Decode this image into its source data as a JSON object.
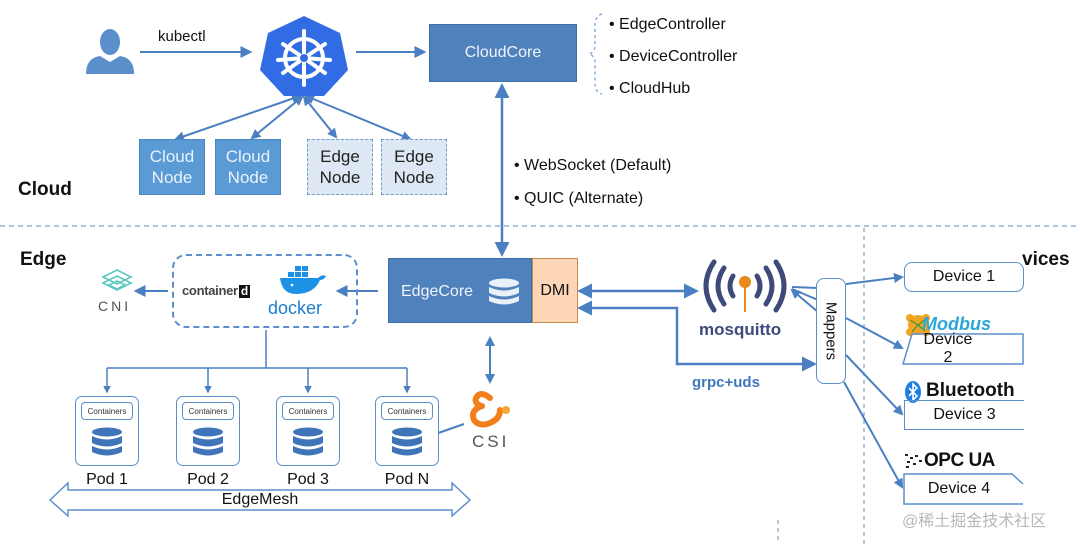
{
  "sections": {
    "cloud": "Cloud",
    "edge": "Edge",
    "devices_partial": "vices"
  },
  "cloud": {
    "kubectl_label": "kubectl",
    "cloudcore_label": "CloudCore",
    "cloudcore_components": [
      "• EdgeController",
      "• DeviceController",
      "• CloudHub"
    ],
    "nodes": [
      {
        "label": "Cloud Node",
        "kind": "cloud"
      },
      {
        "label": "Cloud Node",
        "kind": "cloud"
      },
      {
        "label": "Edge Node",
        "kind": "edge"
      },
      {
        "label": "Edge Node",
        "kind": "edge"
      }
    ],
    "protocols": [
      "• WebSocket (Default)",
      "• QUIC (Alternate)"
    ]
  },
  "edge": {
    "cni_label": "CNI",
    "containerd_label": "container",
    "containerd_badge": "d",
    "docker_label": "docker",
    "edgecore_label": "EdgeCore",
    "dmi_label": "DMI",
    "mosquitto_label": "mosquitto",
    "grpc_label": "grpc+uds",
    "mappers_label": "Mappers",
    "csi_label": "CSI",
    "pods": [
      {
        "label": "Pod 1",
        "containers": "Containers"
      },
      {
        "label": "Pod 2",
        "containers": "Containers"
      },
      {
        "label": "Pod 3",
        "containers": "Containers"
      },
      {
        "label": "Pod N",
        "containers": "Containers"
      }
    ],
    "edgemesh_label": "EdgeMesh"
  },
  "devices": [
    {
      "label": "Device 1",
      "protocol": ""
    },
    {
      "label": "Device 2",
      "protocol": "Modbus"
    },
    {
      "label": "Device 3",
      "protocol": "Bluetooth"
    },
    {
      "label": "Device 4",
      "protocol": "OPC UA"
    }
  ],
  "watermark": "@稀土掘金技术社区",
  "colors": {
    "primary_blue": "#4f81bd",
    "node_blue": "#5b9bd5",
    "k8s_blue": "#326ce5",
    "dmi_fill": "#fbd5b5",
    "mosquitto_orange": "#e8891d",
    "csi_orange": "#f07f1c",
    "arrow": "#4a7fc1"
  }
}
